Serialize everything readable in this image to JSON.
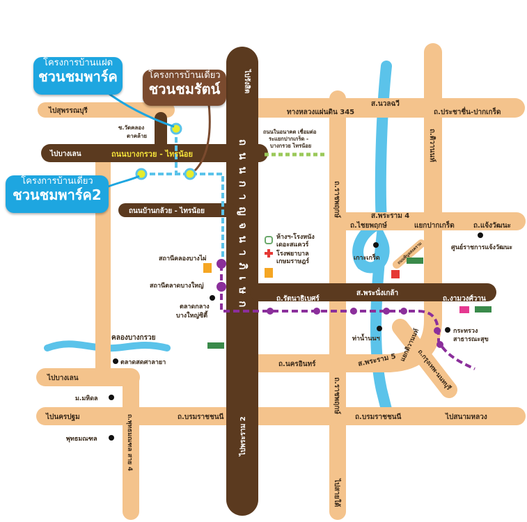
{
  "colors": {
    "road_major": "#5b3a1f",
    "road_minor": "#f4c38c",
    "river": "#5bc3ea",
    "purple_line": "#8b2f9b",
    "blue_line": "#5bc3ea",
    "station": "#e6ec2c"
  },
  "callouts": [
    {
      "line1": "โครงการบ้านแฝด",
      "line2": "ชวนชมพาร์ค"
    },
    {
      "line1": "โครงการบ้านเดี่ยว",
      "line2": "ชวนชมรัตน์"
    },
    {
      "line1": "โครงการบ้านเดี่ยว",
      "line2": "ชวนชมพาร์ค2"
    }
  ],
  "roads": {
    "kanchanaphisek": "ถนนกาญจนาภิเษก",
    "to_rangsit": "ไปรังสิต",
    "to_rama2": "ไปพระราม 2",
    "to_suphanburi": "ไปสุพรรณบุรี",
    "soi_wat": "ซ.วัดคลอง",
    "soi_wat2": "ตาคล้าย",
    "to_banglen_1": "ไปบางเลน",
    "bangkruai_sainoi": "ถนนบางกรวย - ไทรน้อย",
    "bankluai_sainoi": "ถนนบ้านกล้วย - ไทรน้อย",
    "highway345": "ทางหลวงแผ่นดิน 345",
    "nawalchawee": "ส.นวลฉวี",
    "pracha_chuen": "ถ.ประชาชื่น-ปากเกร็ด",
    "future_road": [
      "ถนนในอนาคต เชื่อมต่อ",
      "ระแยกปากเกร็ด -",
      "บางกรวย ไทรน้อย"
    ],
    "ratchaphruek": "ถ.ราชพฤกษ์",
    "tiwanon": "ถ.ติวานนท์",
    "rama4_bridge": "ส.พระราม 4",
    "chaiyaphruek": "ถ.ไชยพฤกษ์",
    "pakkret_junction": "แยกปากเกร็ด",
    "chaengwattana": "ถ.แจ้งวัฒนะ",
    "chaengwattana_center": "ศูนย์ราชการแจ้งวัฒนะ",
    "rattanathibet": "ถ.รัตนาธิเบศร์",
    "phranangklao": "ส.พระนั่งเกล้า",
    "ngamwongwan": "ถ.งามวงศ์วาน",
    "nakhon_in": "ถ.นครอินทร์",
    "rama5_bridge": "ส.พระราม 5",
    "tiwanon_junction": "แยกติวานนท์",
    "bangkok_nonthaburi": "ถ.กรุงเทพ-นนทบุรี",
    "to_banglen_2": "ไปบางเลน",
    "phutthamonthon4": "ถ.พุทธมณฑล สาย 4",
    "to_nakhonpathom": "ไปนครปฐม",
    "borommaratchachonnani_1": "ถ.บรมราชชนนี",
    "borommaratchachonnani_2": "ถ.บรมราชชนนี",
    "to_sanamluang": "ไปสนามหลวง",
    "to_saitai": "ไปสายใต้",
    "khlong_bangkruai": "คลองบางกรวย",
    "phibun_road": "ถนนพิบูลสงคราม"
  },
  "places": {
    "the_square": [
      "ห้างฯ-โรงหนัง",
      "เดอะสแควร์"
    ],
    "hospital": [
      "โรงพยาบาล",
      "เกษมราษฎร์"
    ],
    "koh_kret": "เกาะเกร็ด",
    "station_khlong_bangphai": "สถานีคลองบางไผ่",
    "station_talad_bangyai": "สถานีตลาดบางใหญ่",
    "central_bangyai": [
      "ตลาดกลาง",
      "บางใหญ่ซิตี้"
    ],
    "tha_nam_non": "ท่าน้ำนนฯ",
    "ministry": [
      "กระทรวง",
      "สาธารณะสุข"
    ],
    "talad_sala_ya": "ตลาดสดศาลายา",
    "mahidol": "ม.มหิดล",
    "phutthamonthon": "พุทธมณฑล"
  }
}
